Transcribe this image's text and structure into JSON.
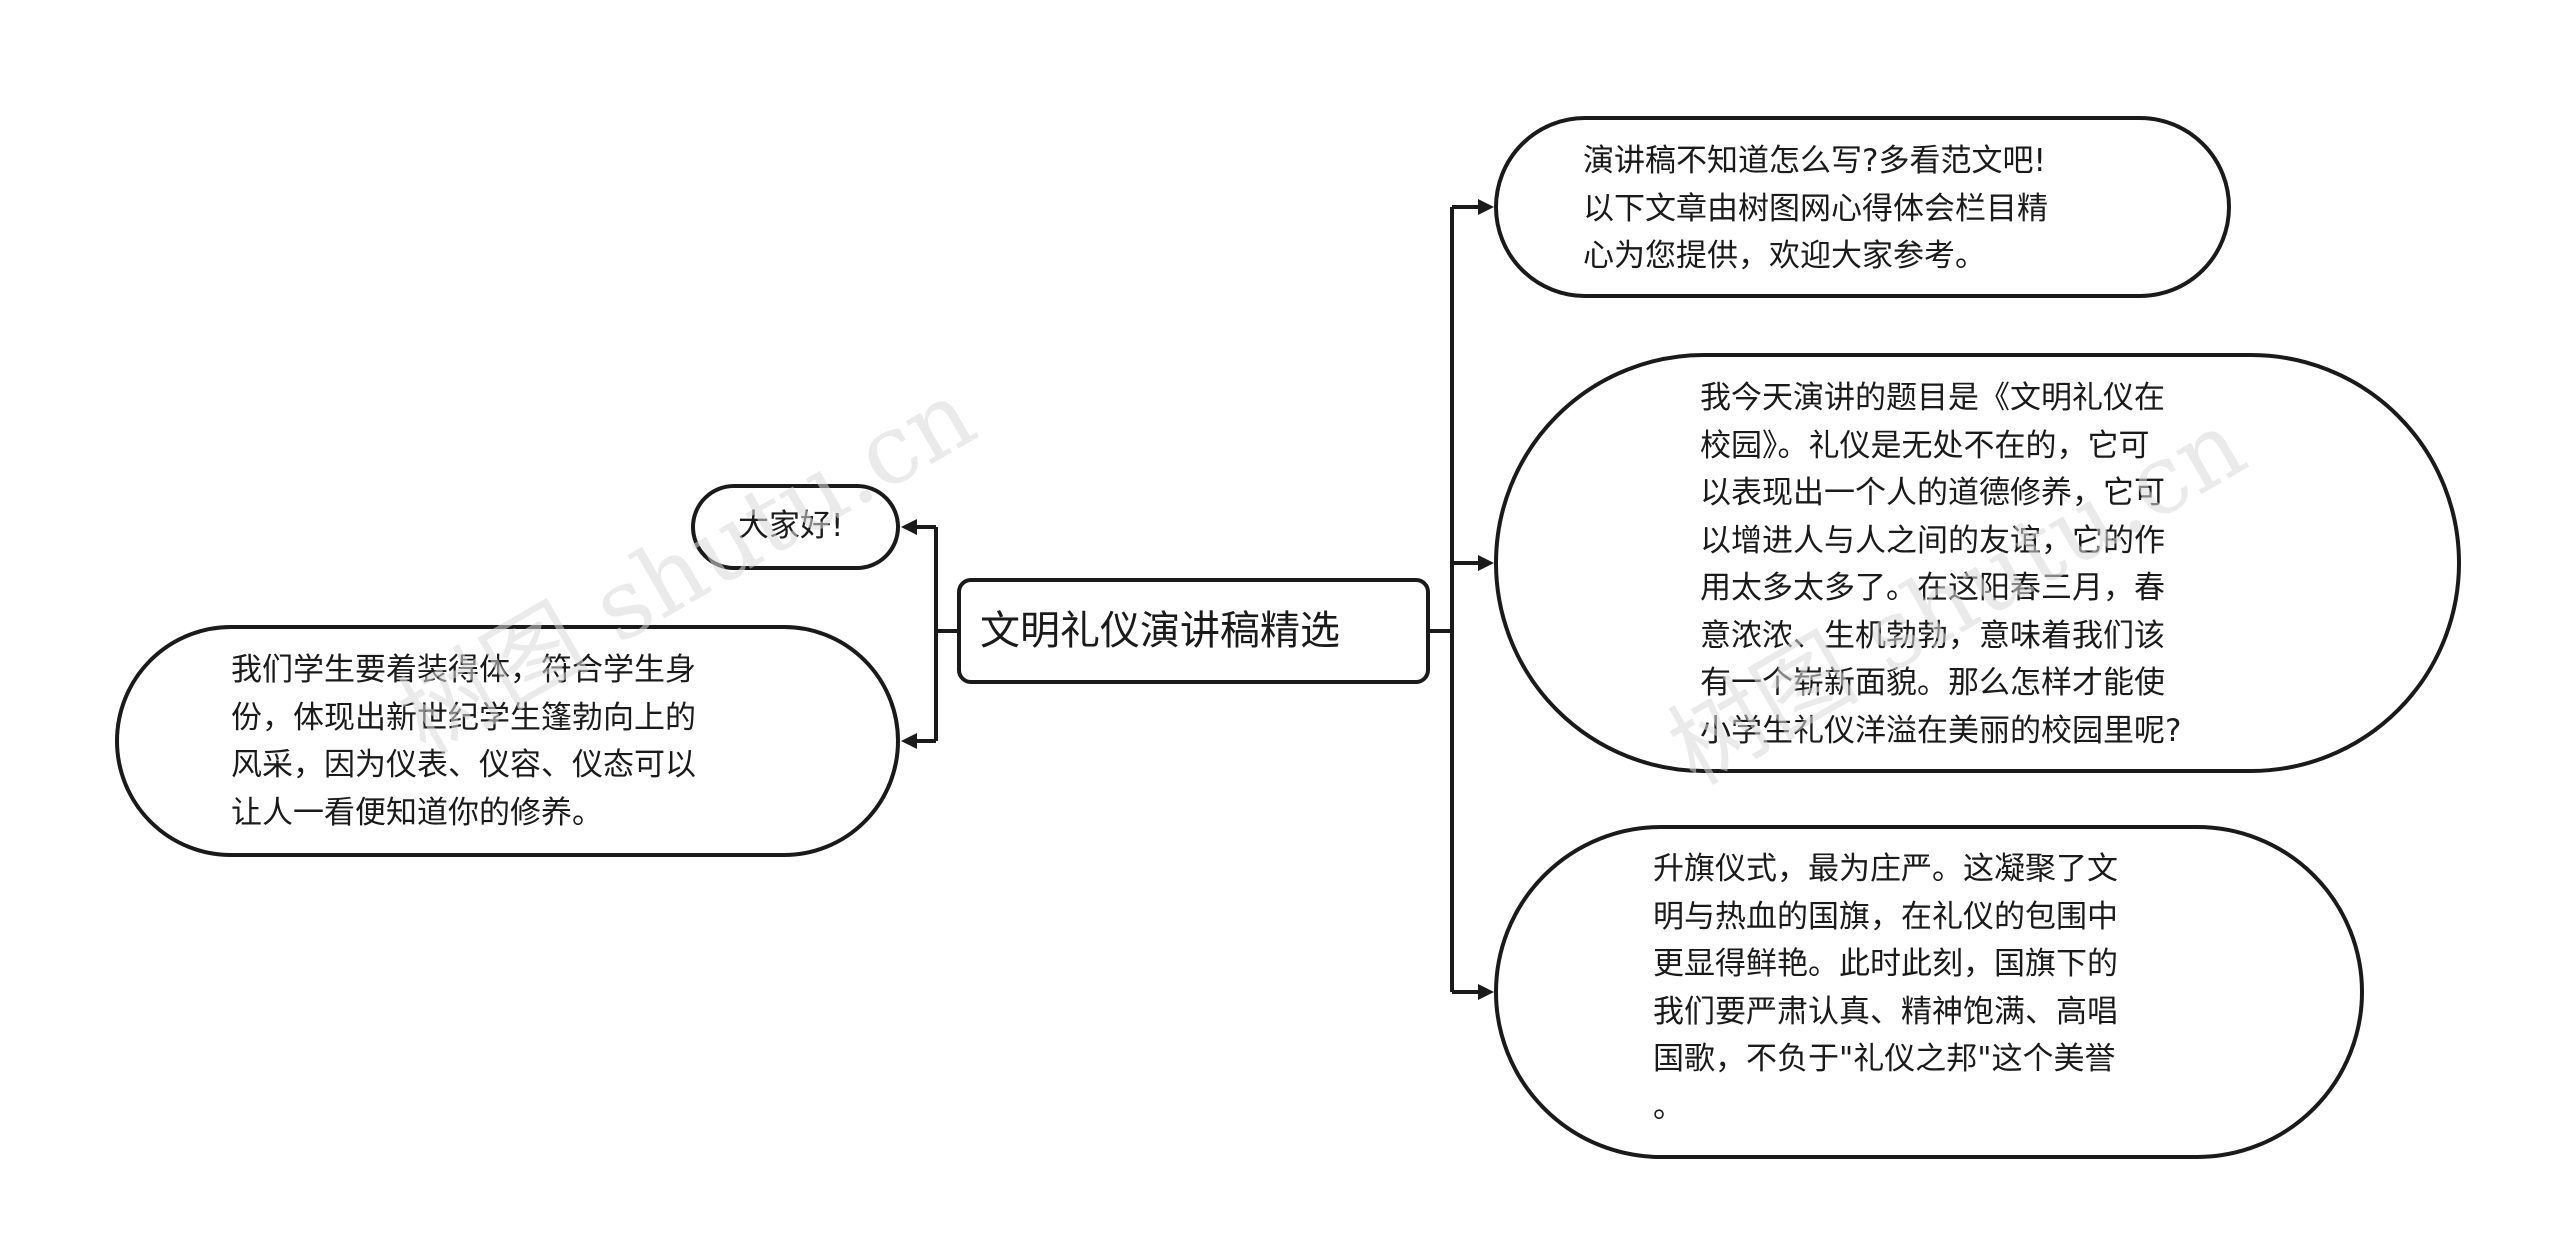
{
  "colors": {
    "background": "#ffffff",
    "stroke": "#1a1a1a",
    "watermark": "#d9d9d9"
  },
  "watermark": "树图 shutu.cn",
  "root": {
    "label": "文明礼仪演讲稿精选"
  },
  "left_nodes": [
    {
      "text": "大家好!"
    },
    {
      "text": "我们学生要着装得体，符合学生身\n份，体现出新世纪学生篷勃向上的\n风采，因为仪表、仪容、仪态可以\n让人一看便知道你的修养。"
    }
  ],
  "right_nodes": [
    {
      "text": "演讲稿不知道怎么写?多看范文吧!\n以下文章由树图网心得体会栏目精\n心为您提供，欢迎大家参考。"
    },
    {
      "text": "我今天演讲的题目是《文明礼仪在\n校园》。礼仪是无处不在的，它可\n以表现出一个人的道德修养，它可\n以增进人与人之间的友谊，它的作\n用太多太多了。在这阳春三月，春\n意浓浓、生机勃勃，意味着我们该\n有一个崭新面貌。那么怎样才能使\n小学生礼仪洋溢在美丽的校园里呢?"
    },
    {
      "text": "升旗仪式，最为庄严。这凝聚了文\n明与热血的国旗，在礼仪的包围中\n更显得鲜艳。此时此刻，国旗下的\n我们要严肃认真、精神饱满、高唱\n国歌，不负于\"礼仪之邦\"这个美誉\n。"
    }
  ]
}
